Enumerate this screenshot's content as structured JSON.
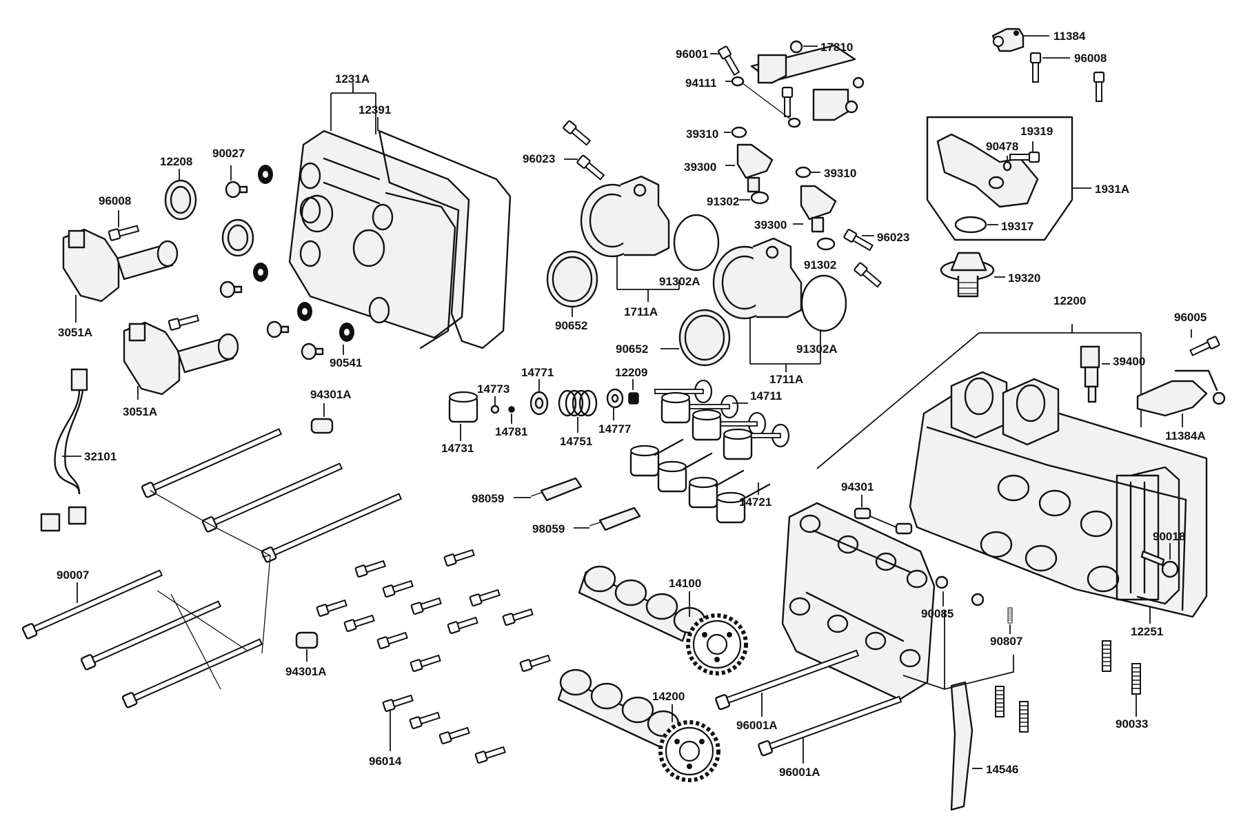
{
  "labels": {
    "l11384": "11384",
    "l17810": "17810",
    "l96001": "96001",
    "l94111": "94111",
    "l96008_top": "96008",
    "l1231A": "1231A",
    "l12391": "12391",
    "l19319": "19319",
    "l90478": "90478",
    "l1931A": "1931A",
    "l19317": "19317",
    "l19320": "19320",
    "l39310_a": "39310",
    "l39300_a": "39300",
    "l39310_b": "39310",
    "l91302_a": "91302",
    "l39300_b": "39300",
    "l96023_a": "96023",
    "l96023_b": "96023",
    "l91302_b": "91302",
    "l91302A_a": "91302A",
    "l1711A_a": "1711A",
    "l90652_a": "90652",
    "l90652_b": "90652",
    "l91302A_b": "91302A",
    "l1711A_b": "1711A",
    "l12208": "12208",
    "l90027": "90027",
    "l96008_left": "96008",
    "l3051A_a": "3051A",
    "l3051A_b": "3051A",
    "l90541": "90541",
    "l94301A_a": "94301A",
    "l32101": "32101",
    "l12200": "12200",
    "l96005": "96005",
    "l39400": "39400",
    "l11384A": "11384A",
    "l14773": "14773",
    "l14771": "14771",
    "l12209": "12209",
    "l14711": "14711",
    "l14731": "14731",
    "l14781": "14781",
    "l14751": "14751",
    "l14777": "14777",
    "l14721": "14721",
    "l94301": "94301",
    "l98059_a": "98059",
    "l98059_b": "98059",
    "l90007": "90007",
    "l14100": "14100",
    "l90018": "90018",
    "l90085": "90085",
    "l90807": "90807",
    "l12251": "12251",
    "l94301A_b": "94301A",
    "l14200": "14200",
    "l96001A_a": "96001A",
    "l96001A_b": "96001A",
    "l90033": "90033",
    "l96014": "96014",
    "l14546": "14546"
  }
}
